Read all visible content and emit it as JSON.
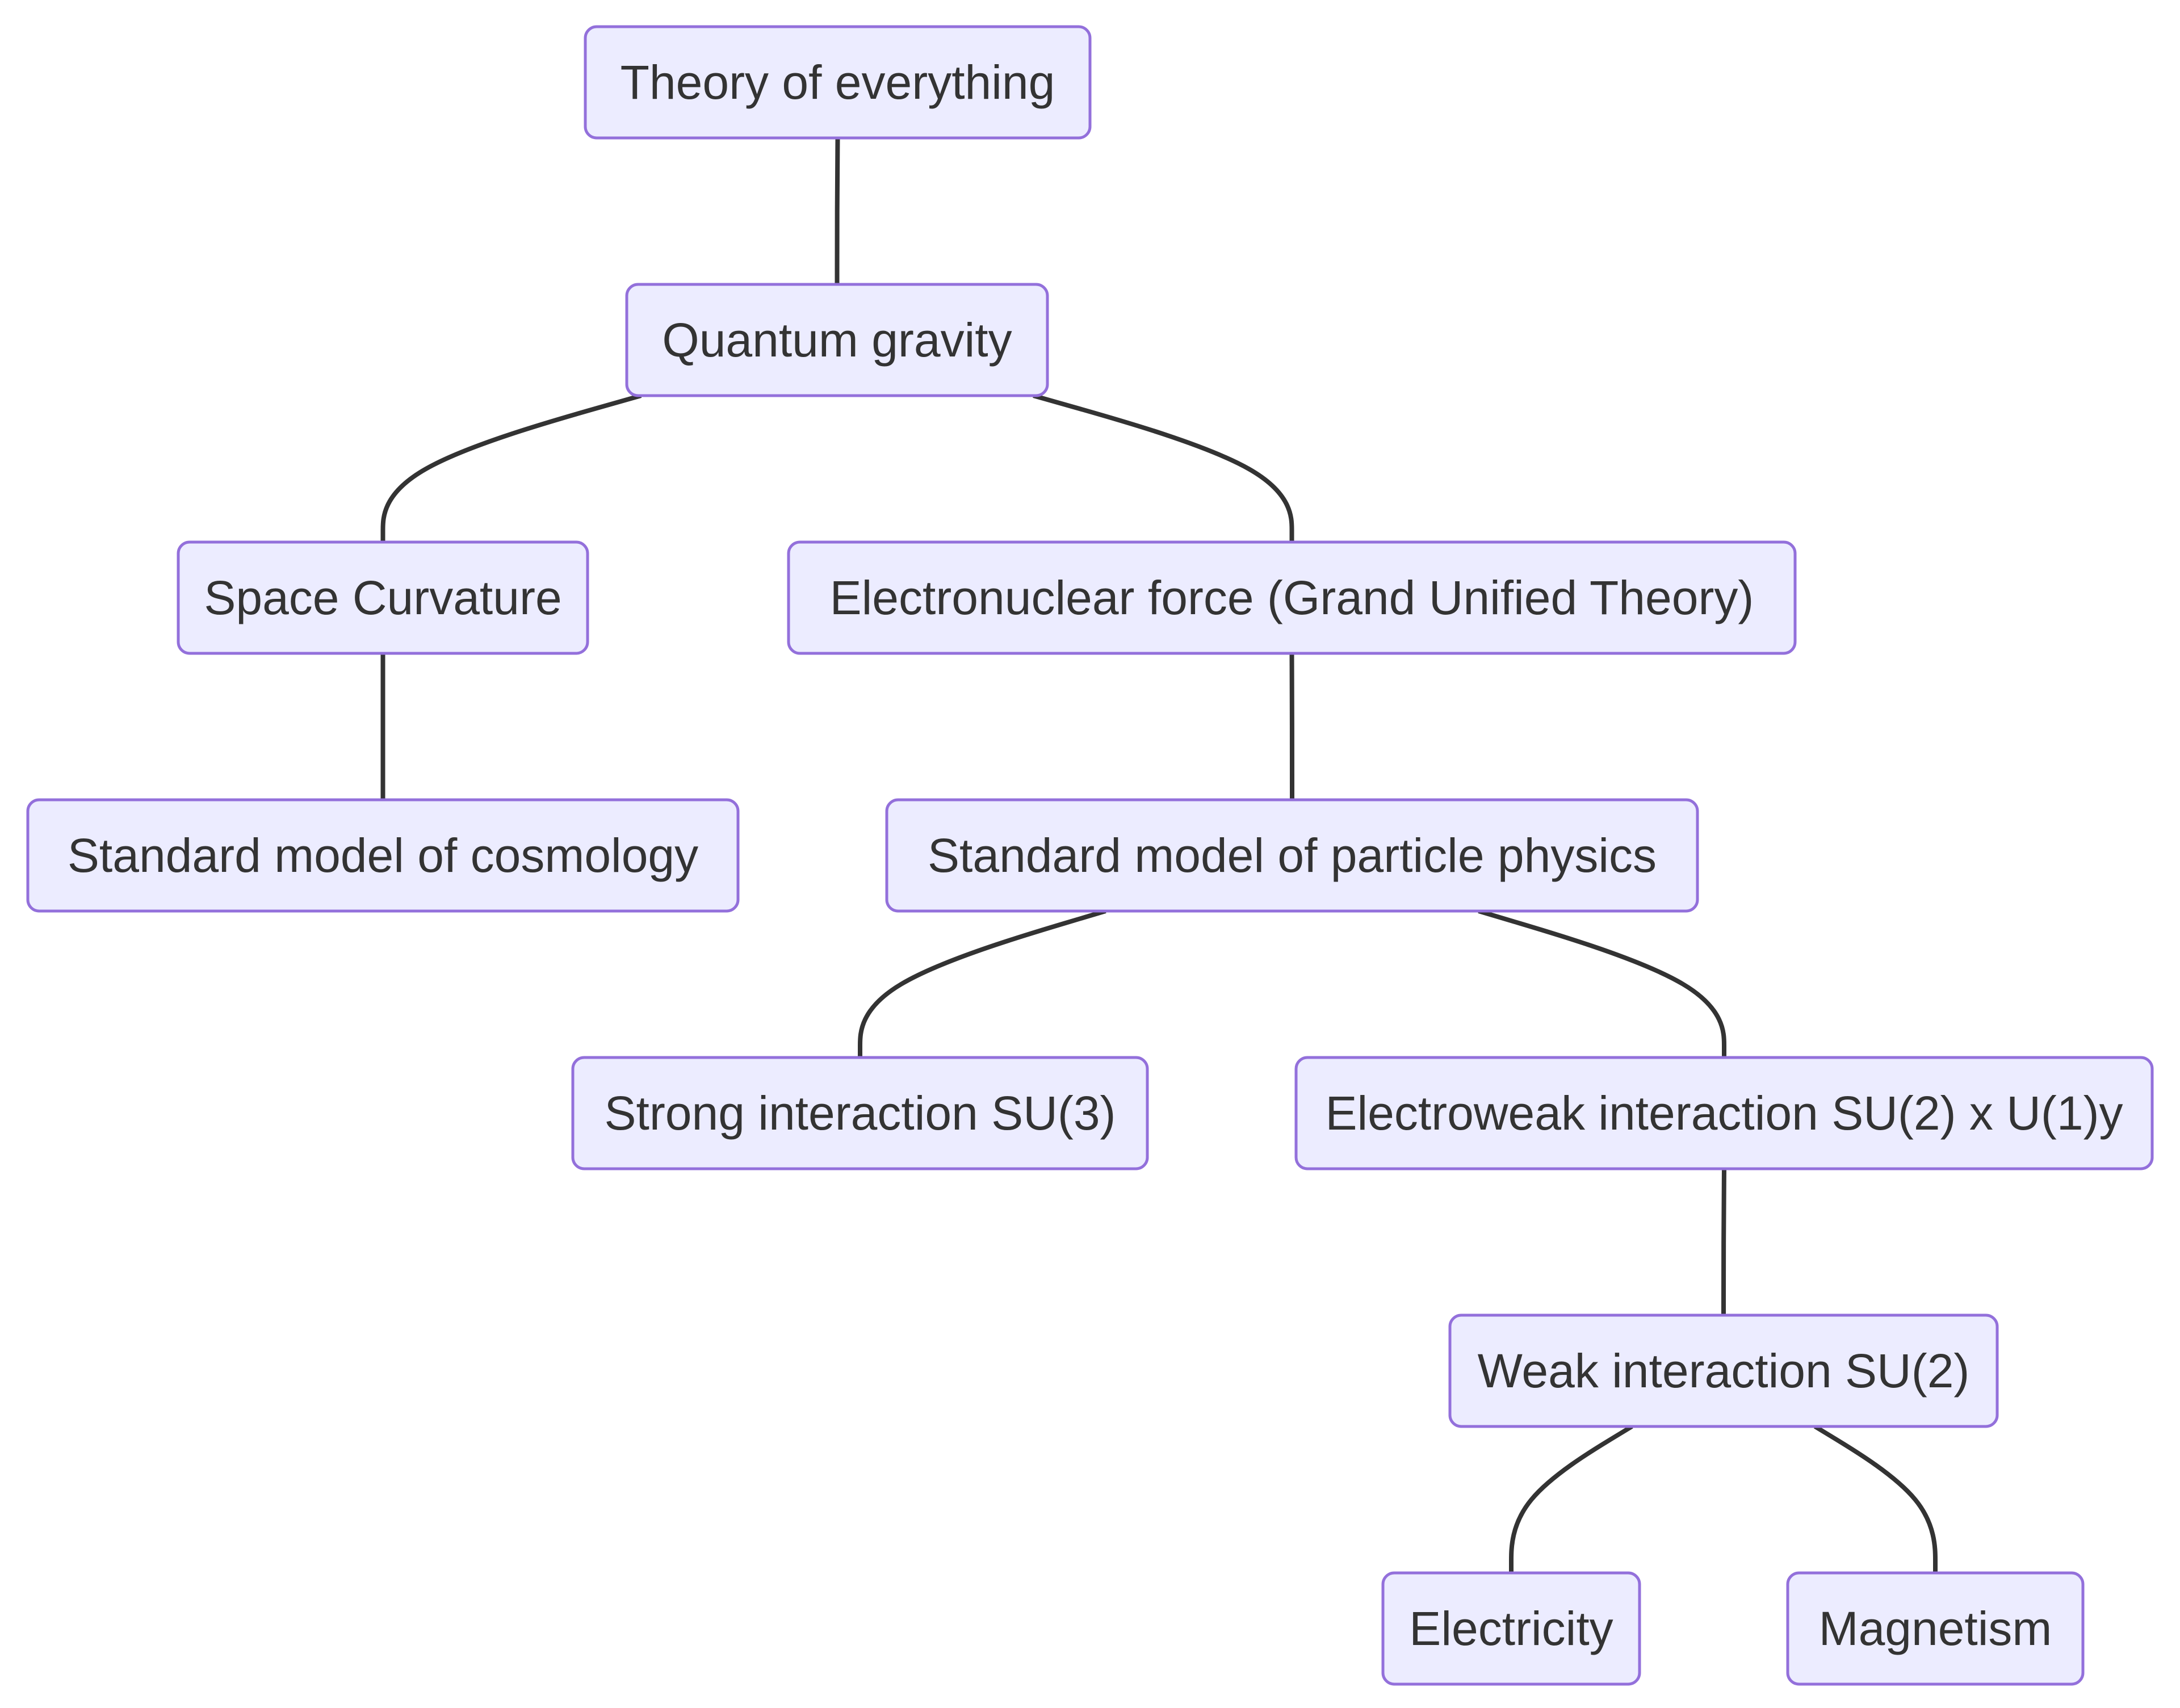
{
  "diagram": {
    "type": "flowchart-tree",
    "direction": "top-down",
    "colors": {
      "node_fill": "#ECECFF",
      "node_stroke": "#9370DB",
      "edge": "#333333",
      "text": "#333333",
      "background": "#FFFFFF"
    },
    "nodes": [
      {
        "id": "toe",
        "label": "Theory of everything"
      },
      {
        "id": "qg",
        "label": "Quantum gravity"
      },
      {
        "id": "sc",
        "label": "Space Curvature"
      },
      {
        "id": "enf",
        "label": "Electronuclear force (Grand Unified Theory)"
      },
      {
        "id": "smc",
        "label": "Standard model of cosmology"
      },
      {
        "id": "smpp",
        "label": "Standard model of particle physics"
      },
      {
        "id": "strong",
        "label": "Strong interaction SU(3)"
      },
      {
        "id": "ew",
        "label": "Electroweak interaction SU(2) x U(1)y"
      },
      {
        "id": "weak",
        "label": "Weak interaction SU(2)"
      },
      {
        "id": "elec",
        "label": "Electricity"
      },
      {
        "id": "mag",
        "label": "Magnetism"
      }
    ],
    "edges": [
      {
        "from": "toe",
        "to": "qg"
      },
      {
        "from": "qg",
        "to": "sc"
      },
      {
        "from": "qg",
        "to": "enf"
      },
      {
        "from": "sc",
        "to": "smc"
      },
      {
        "from": "enf",
        "to": "smpp"
      },
      {
        "from": "smpp",
        "to": "strong"
      },
      {
        "from": "smpp",
        "to": "ew"
      },
      {
        "from": "ew",
        "to": "weak"
      },
      {
        "from": "weak",
        "to": "elec"
      },
      {
        "from": "weak",
        "to": "mag"
      }
    ]
  }
}
